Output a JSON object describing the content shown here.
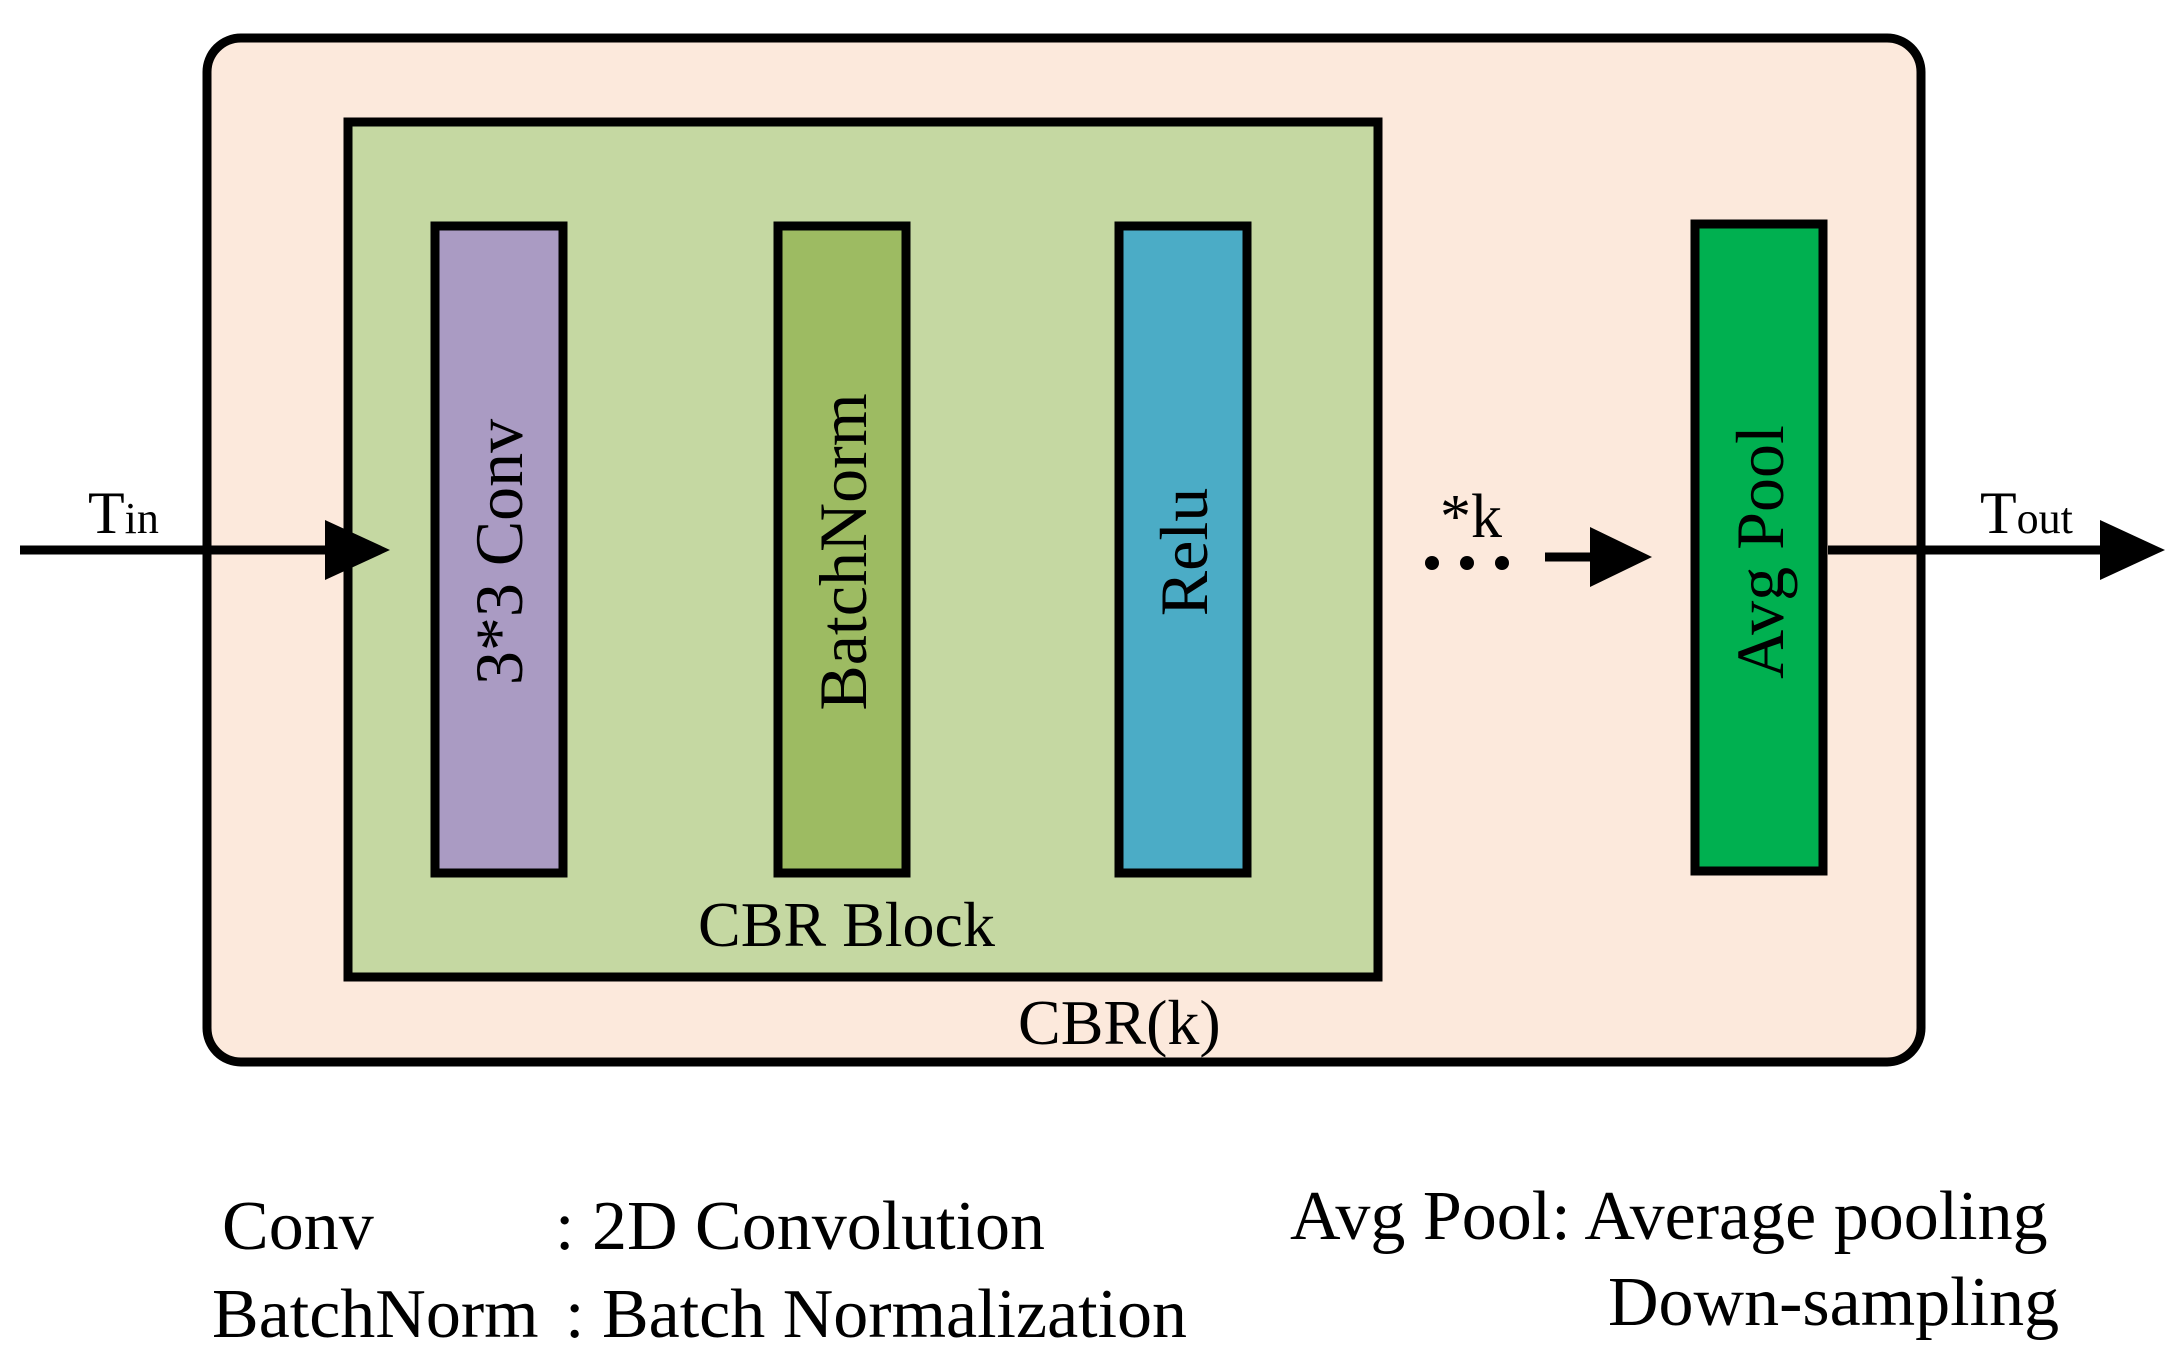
{
  "colors": {
    "outer_fill": "#FCE9DC",
    "cbr_block_fill": "#C5D8A2",
    "conv_fill": "#AA9BC3",
    "batchnorm_fill": "#9DBB62",
    "relu_fill": "#4BACC6",
    "avgpool_fill": "#00B050",
    "stroke": "#000000"
  },
  "input_label": {
    "main": "T",
    "sub": "in"
  },
  "output_label": {
    "main": "T",
    "sub": "out"
  },
  "repeat_label": "*k",
  "layers": {
    "conv": "3*3 Conv",
    "batchnorm": "BatchNorm",
    "relu": "Relu",
    "avgpool": "Avg Pool"
  },
  "cbr_block_label": "CBR Block",
  "cbr_k_label": "CBR(k)",
  "legend": {
    "conv_term": "Conv",
    "conv_def": ": 2D Convolution",
    "batchnorm_term": "BatchNorm",
    "batchnorm_def": ": Batch Normalization",
    "avgpool_line1": "Avg Pool: Average pooling",
    "avgpool_line2": "Down-sampling"
  }
}
